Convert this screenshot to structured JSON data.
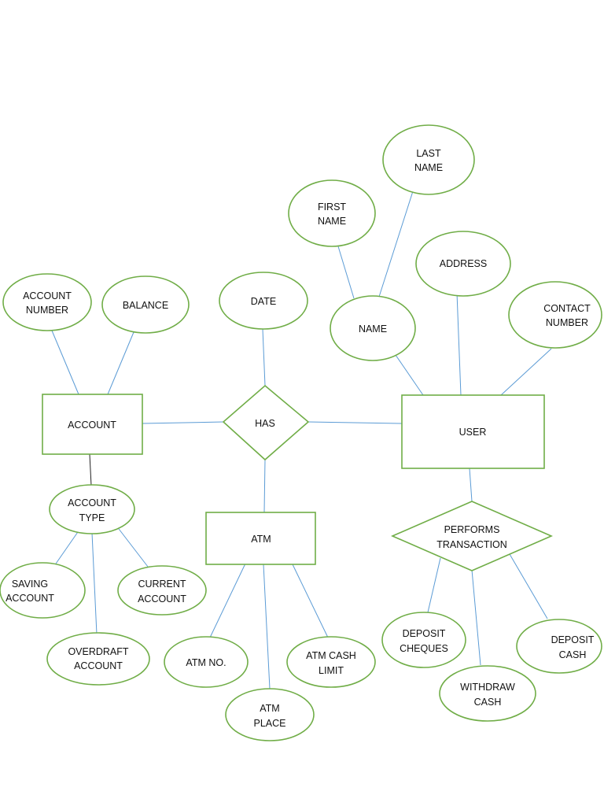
{
  "diagram": {
    "type": "entity-relationship",
    "colors": {
      "shape_stroke": "#70ad47",
      "connector": "#5b9bd5",
      "text": "#111111"
    },
    "entities": {
      "account": "ACCOUNT",
      "user": "USER",
      "atm": "ATM"
    },
    "relationships": {
      "has": "HAS",
      "performs_transaction": [
        "PERFORMS",
        "TRANSACTION"
      ]
    },
    "attributes": {
      "account_number": [
        "ACCOUNT",
        "NUMBER"
      ],
      "balance": [
        "BALANCE"
      ],
      "date": [
        "DATE"
      ],
      "first_name": [
        "FIRST",
        "NAME"
      ],
      "last_name": [
        "LAST",
        "NAME"
      ],
      "name": [
        "NAME"
      ],
      "address": [
        "ADDRESS"
      ],
      "contact_number": [
        "CONTACT",
        "NUMBER"
      ],
      "account_type": [
        "ACCOUNT",
        "TYPE"
      ],
      "saving_account": [
        "SAVING",
        "ACCOUNT"
      ],
      "current_account": [
        "CURRENT",
        "ACCOUNT"
      ],
      "overdraft_account": [
        "OVERDRAFT",
        "ACCOUNT"
      ],
      "atm_no": [
        "ATM NO."
      ],
      "atm_place": [
        "ATM",
        "PLACE"
      ],
      "atm_cash_limit": [
        "ATM CASH",
        "LIMIT"
      ],
      "deposit_cheques": [
        "DEPOSIT",
        "CHEQUES"
      ],
      "withdraw_cash": [
        "WITHDRAW",
        "CASH"
      ],
      "deposit_cash": [
        "DEPOSIT",
        "CASH"
      ]
    }
  }
}
